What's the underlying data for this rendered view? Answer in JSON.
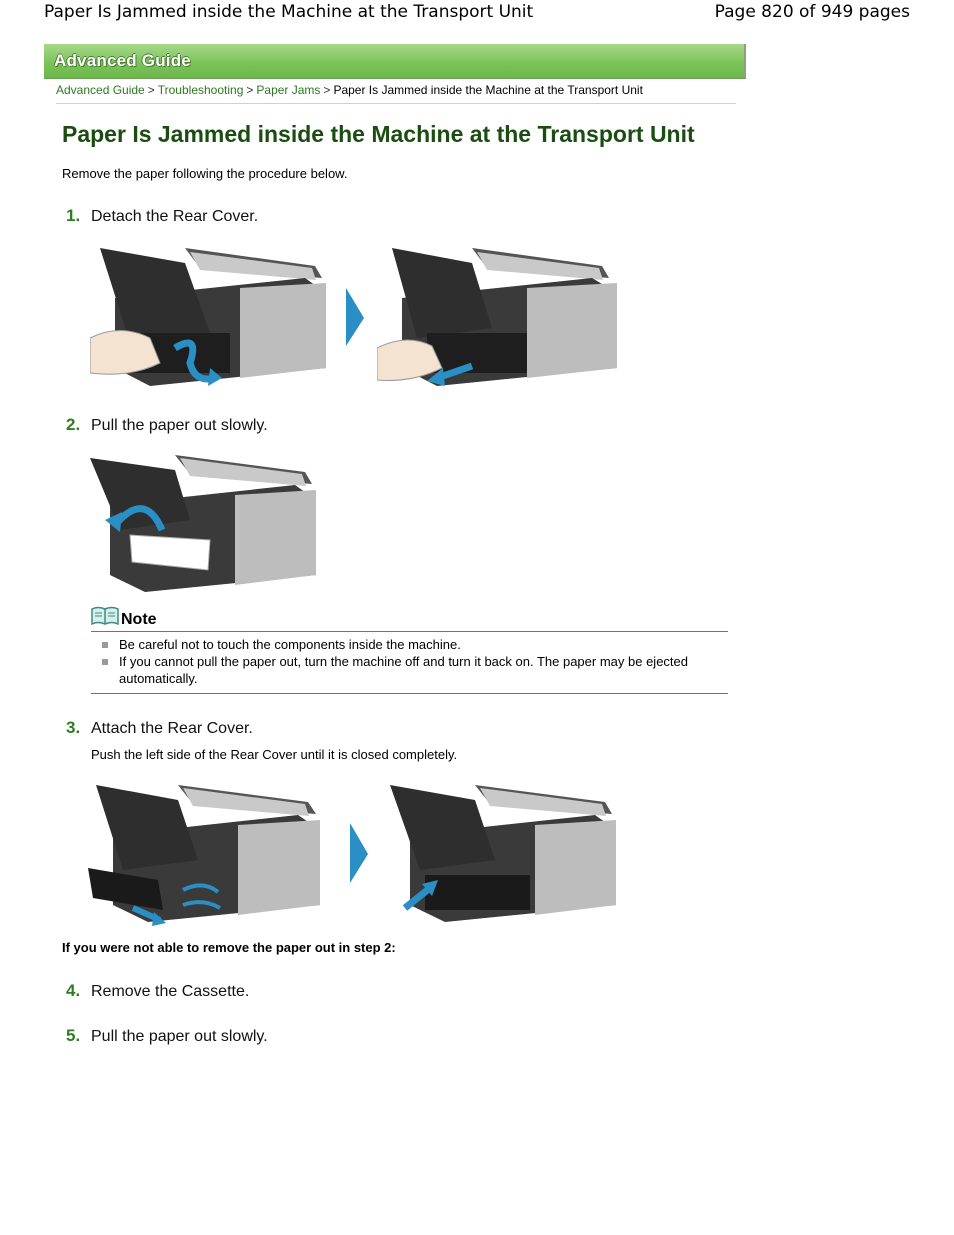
{
  "page_header": {
    "title": "Paper Is Jammed inside the Machine at the Transport Unit",
    "page_info": "Page 820 of 949 pages"
  },
  "banner": {
    "label": "Advanced Guide"
  },
  "breadcrumb": {
    "items": [
      "Advanced Guide",
      "Troubleshooting",
      "Paper Jams"
    ],
    "current": "Paper Is Jammed inside the Machine at the Transport Unit",
    "separator": ">"
  },
  "heading": "Paper Is Jammed inside the Machine at the Transport Unit",
  "intro": "Remove the paper following the procedure below.",
  "steps": [
    {
      "num": "1.",
      "text": "Detach the Rear Cover."
    },
    {
      "num": "2.",
      "text": "Pull the paper out slowly."
    },
    {
      "num": "3.",
      "text": "Attach the Rear Cover.",
      "sub": "Push the left side of the Rear Cover until it is closed completely."
    },
    {
      "num": "4.",
      "text": "Remove the Cassette."
    },
    {
      "num": "5.",
      "text": "Pull the paper out slowly."
    }
  ],
  "note": {
    "label": "Note",
    "items": [
      "Be careful not to touch the components inside the machine.",
      "If you cannot pull the paper out, turn the machine off and turn it back on. The paper may be ejected automatically."
    ]
  },
  "fallback_heading": "If you were not able to remove the paper out in step 2:",
  "colors": {
    "accent_green": "#2f7d20",
    "heading_green": "#1b4d12",
    "arrow_blue": "#2a8fc4",
    "note_rule": "#3d8a8a"
  }
}
